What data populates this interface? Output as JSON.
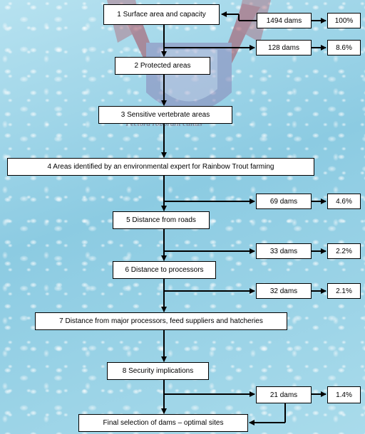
{
  "watermark": {
    "motto": "Pectora roborant cultus"
  },
  "steps": {
    "s1": "1 Surface area and capacity",
    "s2": "2 Protected areas",
    "s3": "3 Sensitive vertebrate areas",
    "s4": "4 Areas identified by an environmental expert for Rainbow Trout farming",
    "s5": "5 Distance from roads",
    "s6": "6 Distance to processors",
    "s7": "7 Distance from major processors, feed suppliers and hatcheries",
    "s8": "8 Security implications",
    "final": "Final selection of dams – optimal sites"
  },
  "counts": [
    {
      "dams": "1494 dams",
      "pct": "100%"
    },
    {
      "dams": "128 dams",
      "pct": "8.6%"
    },
    {
      "dams": "69 dams",
      "pct": "4.6%"
    },
    {
      "dams": "33 dams",
      "pct": "2.2%"
    },
    {
      "dams": "32 dams",
      "pct": "2.1%"
    },
    {
      "dams": "21 dams",
      "pct": "1.4%"
    }
  ]
}
